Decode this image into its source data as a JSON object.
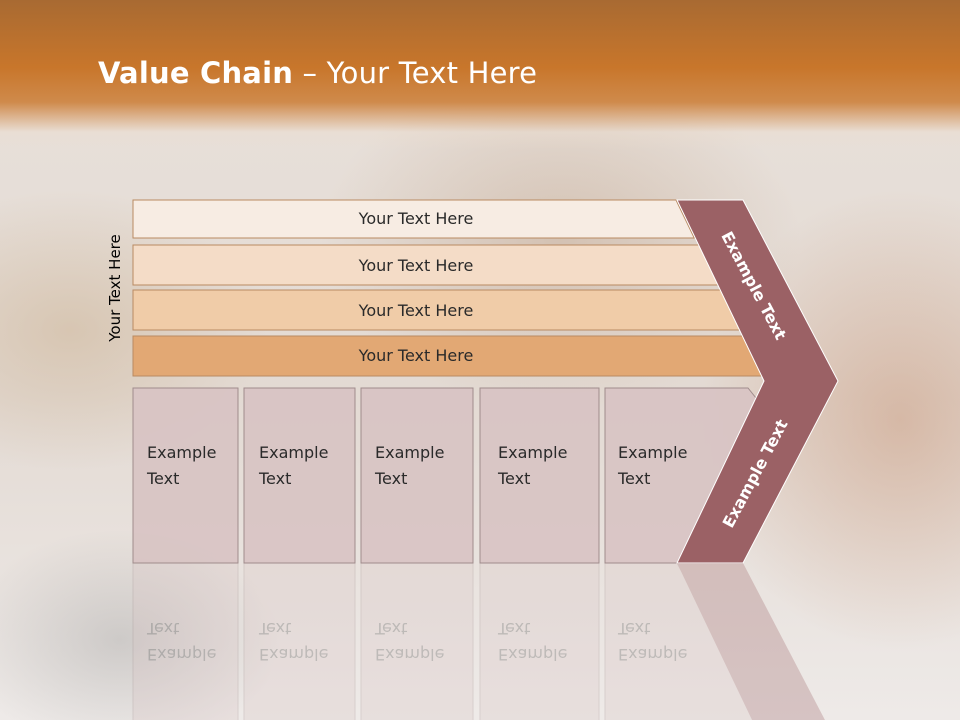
{
  "slide": {
    "title_strong": "Value Chain",
    "title_rest": " – Your Text Here",
    "side_label": "Your Text Here"
  },
  "rows": [
    {
      "label": "Your Text Here",
      "fill": "#f7ece3"
    },
    {
      "label": "Your Text Here",
      "fill": "#f4dcc7"
    },
    {
      "label": "Your Text Here",
      "fill": "#f0cca8"
    },
    {
      "label": "Your Text Here",
      "fill": "#e2a874"
    }
  ],
  "cells": [
    {
      "label": "Example\nText"
    },
    {
      "label": "Example\nText"
    },
    {
      "label": "Example\nText"
    },
    {
      "label": "Example\nText"
    },
    {
      "label": "Example\nText"
    }
  ],
  "chevron": {
    "upper_label": "Example Text",
    "lower_label": "Example Text",
    "fill": "#9b6165"
  },
  "colors": {
    "header": "#c8762b",
    "cell_fill": "#d8c3c3",
    "cell_stroke": "#a08c8c"
  }
}
